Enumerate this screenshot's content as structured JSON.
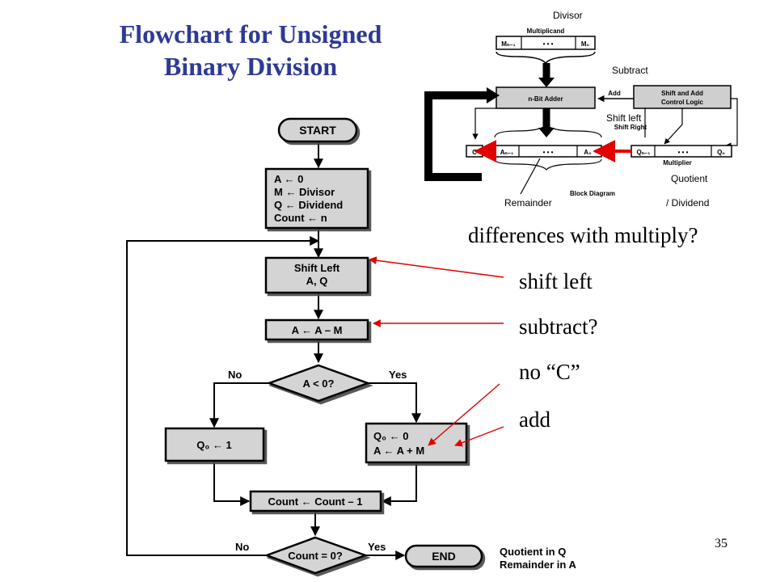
{
  "title_line1": "Flowchart for Unsigned",
  "title_line2": "Binary Division",
  "flowchart": {
    "start": "START",
    "init": [
      "A ← 0",
      "M ← Divisor",
      "Q ← Dividend",
      "Count ← n"
    ],
    "shift": [
      "Shift Left",
      "A, Q"
    ],
    "subtract": "A ← A – M",
    "decision1": "A < 0?",
    "no1": "No",
    "yes1": "Yes",
    "set_q1": "Q₀ ← 1",
    "set_q0": [
      "Q₀ ← 0",
      "A ← A + M"
    ],
    "count": "Count ← Count – 1",
    "decision2": "Count = 0?",
    "no2": "No",
    "yes2": "Yes",
    "end": "END",
    "result": [
      "Quotient in Q",
      "Remainder in A"
    ]
  },
  "block_diagram": {
    "divisor": "Divisor",
    "multiplicand": "Multiplicand",
    "m_left": "Mₙ₋₁",
    "m_dots": "• • •",
    "m_right": "M₀",
    "subtract": "Subtract",
    "adder": "n-Bit Adder",
    "add": "Add",
    "control": [
      "Shift and Add",
      "Control Logic"
    ],
    "shift_left": "Shift left",
    "shift_right": "Shift Right",
    "c": "C",
    "a_left": "Aₙ₋₁",
    "a_dots": "• • •",
    "a_right": "A₀",
    "q_left": "Qₙ₋₁",
    "q_dots": "• • •",
    "q_right": "Q₀",
    "multiplier": "Multiplier",
    "quotient": "Quotient",
    "dividend": "/ Dividend",
    "remainder": "Remainder",
    "caption": "Block Diagram"
  },
  "notes": {
    "heading": "differences with multiply?",
    "item1": "shift left",
    "item2": "subtract?",
    "item3": "no “C”",
    "item4": "add"
  },
  "page_number": "35",
  "colors": {
    "title": "#2e3a94",
    "arrow": "#e00000",
    "box_fill": "#d4d4d4"
  }
}
